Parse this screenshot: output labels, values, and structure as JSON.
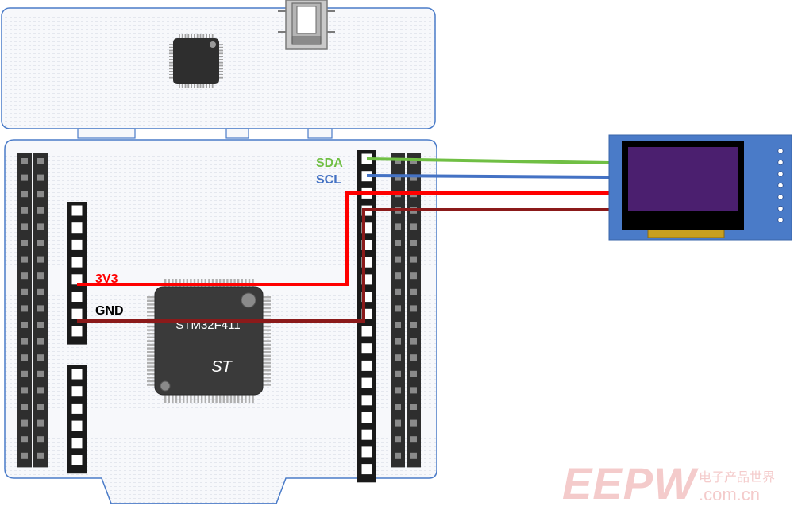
{
  "labels": {
    "sda": "SDA",
    "scl": "SCL",
    "v33": "3V3",
    "gnd": "GND",
    "chip_model": "STM32F411",
    "chip_brand": "ST"
  },
  "watermark": {
    "brand": "EEPW",
    "tagline": "电子产品世界",
    "domain": ".com.cn"
  },
  "colors": {
    "sda_wire": "#70bf44",
    "scl_wire": "#4472c4",
    "vcc_wire": "#ff0000",
    "gnd_wire": "#8b1a1a",
    "board_stroke": "#4a7bc8",
    "oled_frame": "#4a7bc8",
    "oled_screen": "#4b1f6f",
    "pin_header": "#1a1a1a",
    "watermark": "#f0c0c0"
  },
  "icons": {
    "usb_connector": "usb-connector-icon",
    "mcu_chip": "mcu-chip-icon",
    "oled_module": "oled-display-icon"
  }
}
